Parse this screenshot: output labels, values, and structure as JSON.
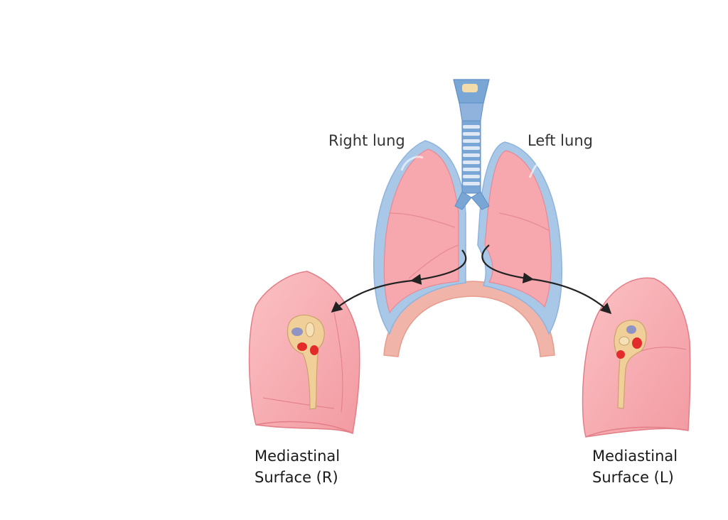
{
  "labels": {
    "right_lung": "Right lung",
    "left_lung": "Left lung"
  },
  "captions": {
    "right": {
      "line1": "Mediastinal",
      "line2": "Surface (R)"
    },
    "left": {
      "line1": "Mediastinal",
      "line2": "Surface (L)"
    }
  },
  "colors": {
    "lung_pink": "#f7a8ae",
    "pleura_blue": "#a9c8e8",
    "trachea_blue": "#7aa6d6",
    "cartilage": "#dfe9f6",
    "diaphragm": "#f0b4a8",
    "hilum_tan": "#f1cf98",
    "artery_red": "#e32b2b",
    "vein_blue": "#8f94c4",
    "arrow": "#222222"
  }
}
